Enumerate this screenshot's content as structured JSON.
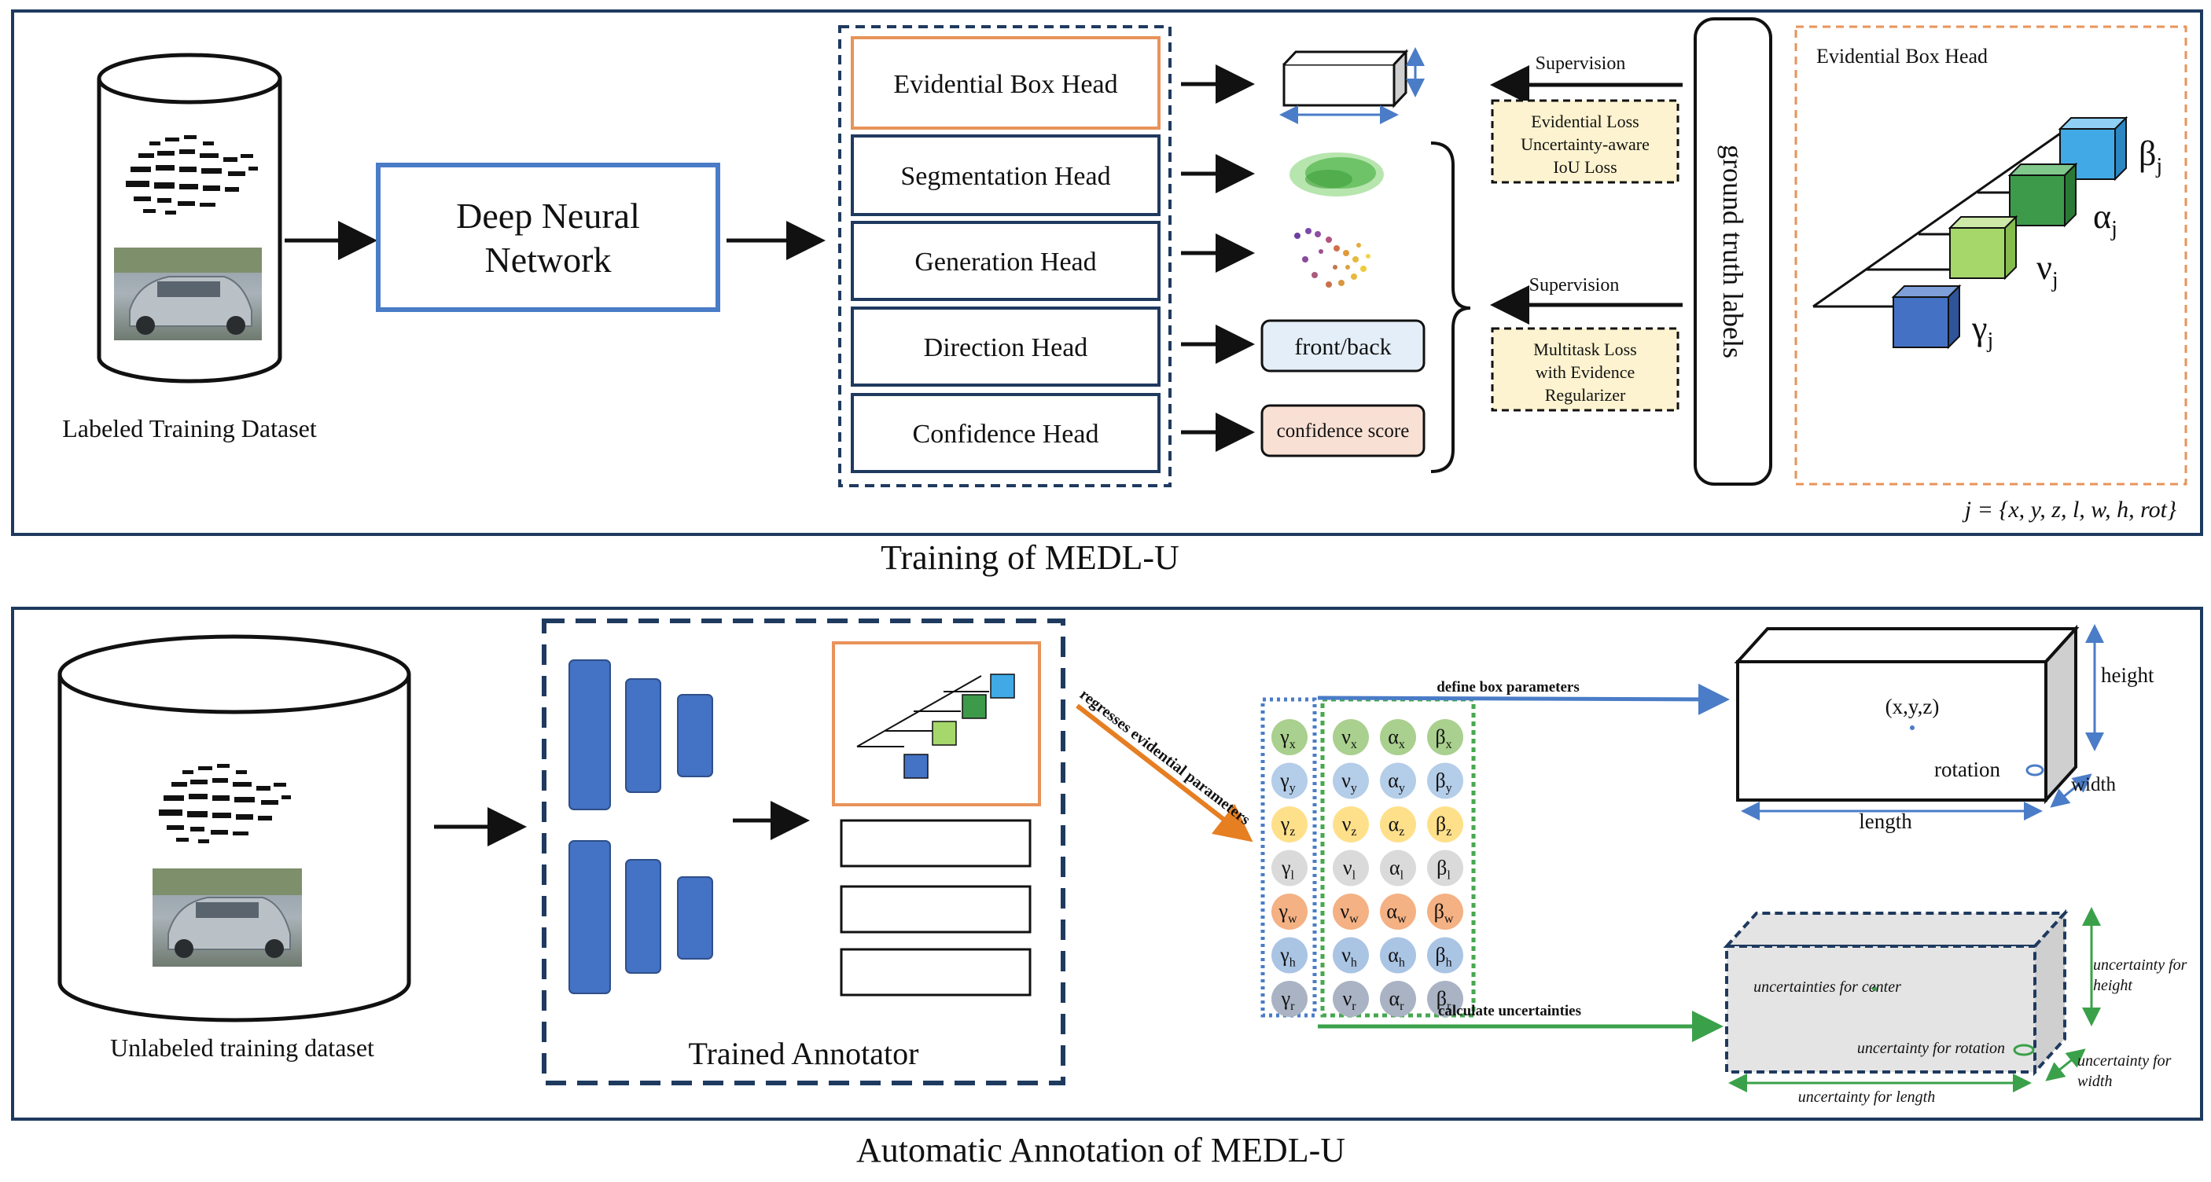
{
  "training": {
    "dataset_label": "Labeled Training Dataset",
    "network_line1": "Deep Neural",
    "network_line2": "Network",
    "heads": [
      "Evidential Box Head",
      "Segmentation Head",
      "Generation Head",
      "Direction Head",
      "Confidence Head"
    ],
    "outputs": {
      "direction": "front/back",
      "confidence": "confidence score"
    },
    "supervision_top": "Supervision",
    "loss_top": [
      "Evidential Loss",
      "Uncertainty-aware",
      "IoU Loss"
    ],
    "supervision_bottom": "Supervision",
    "loss_bottom": [
      "Multitask Loss",
      "with Evidence",
      "Regularizer"
    ],
    "ground_truth": "ground truth labels",
    "inset_title": "Evidential Box Head",
    "inset_params": [
      {
        "sym": "β",
        "sub": "j",
        "color": "#41a9e6"
      },
      {
        "sym": "α",
        "sub": "j",
        "color": "#3d9a4a"
      },
      {
        "sym": "ν",
        "sub": "j",
        "color": "#a5d76a"
      },
      {
        "sym": "γ",
        "sub": "j",
        "color": "#4471c4"
      }
    ],
    "j_def": "j = {x, y, z, l, w, h, rot}",
    "caption": "Training of MEDL-U"
  },
  "annotation": {
    "dataset_label": "Unlabeled training dataset",
    "annotator_label": "Trained Annotator",
    "regress_label": "regresses evidential parameters",
    "define_label": "define box parameters",
    "calc_label": "calculate uncertainties",
    "rows": [
      {
        "sub": "x",
        "color": "#a9d08e"
      },
      {
        "sub": "y",
        "color": "#b4cde8"
      },
      {
        "sub": "z",
        "color": "#ffe08a"
      },
      {
        "sub": "l",
        "color": "#dadada"
      },
      {
        "sub": "w",
        "color": "#f4b183"
      },
      {
        "sub": "h",
        "color": "#aac4e4"
      },
      {
        "sub": "r",
        "color": "#a9b3c4"
      }
    ],
    "symbols": [
      "γ",
      "ν",
      "α",
      "β"
    ],
    "box_center": "(x,y,z)",
    "box_height": "height",
    "box_rotation": "rotation",
    "box_width": "width",
    "box_length": "length",
    "unc_center": "uncertainties for center",
    "unc_height_1": "uncertainty for",
    "unc_height_2": "height",
    "unc_rotation": "uncertainty for rotation",
    "unc_width_1": "uncertainty for",
    "unc_width_2": "width",
    "unc_length": "uncertainty for length",
    "caption": "Automatic Annotation of MEDL-U"
  },
  "colors": {
    "frame": "#1f3a5f",
    "network_border": "#4a7cc7",
    "heads_dash": "#1f3a5f",
    "orange": "#e8935a",
    "loss_fill": "#fdf3d0",
    "front_back_fill": "#e4eef8",
    "confidence_fill": "#f9e0d4",
    "block_blue": "#4472c4",
    "arrow_orange": "#e67e22",
    "arrow_blue": "#4a7cc7",
    "arrow_green": "#3aa14a",
    "dot_blue": "#4a7cc7",
    "dot_green": "#46a84f"
  }
}
